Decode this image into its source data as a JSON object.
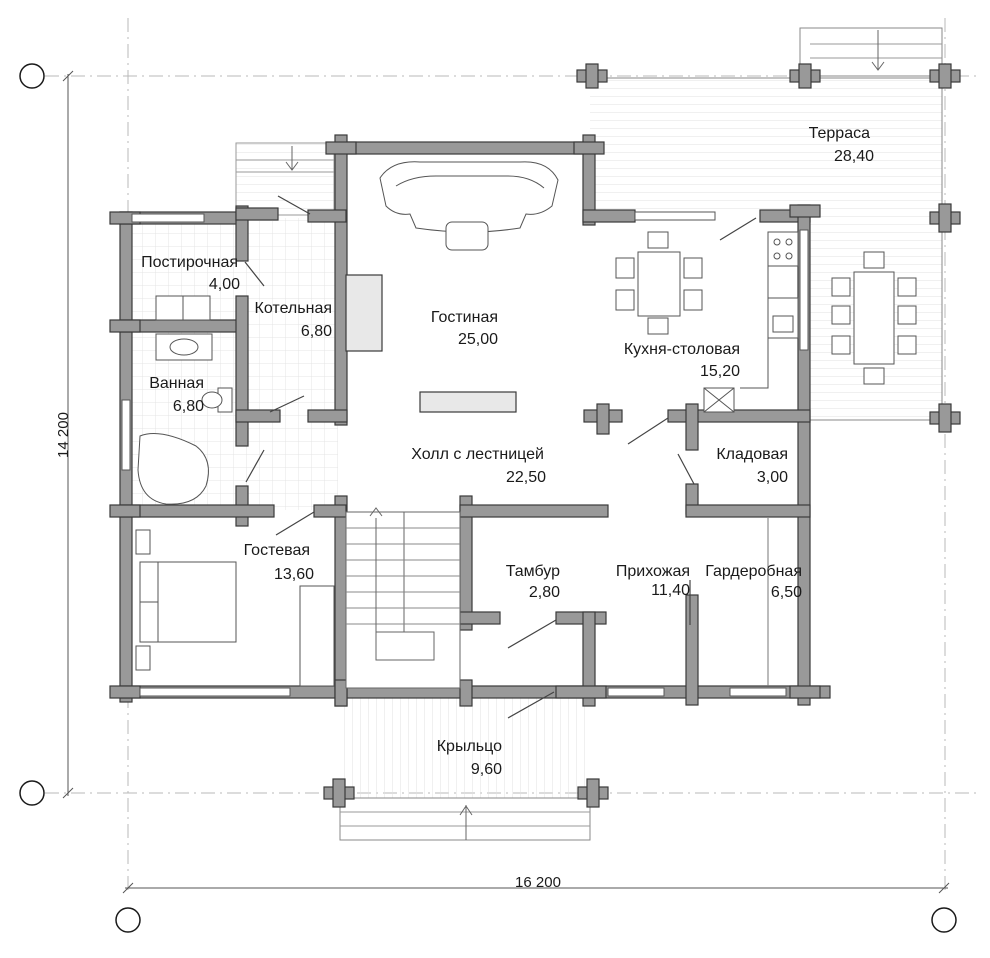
{
  "rooms": {
    "terrace": {
      "name": "Терраса",
      "area": "28,40"
    },
    "living": {
      "name": "Гостиная",
      "area": "25,00"
    },
    "kitchen": {
      "name": "Кухня-столовая",
      "area": "15,20"
    },
    "laundry": {
      "name": "Постирочная",
      "area": "4,00"
    },
    "boiler": {
      "name": "Котельная",
      "area": "6,80"
    },
    "bathroom": {
      "name": "Ванная",
      "area": "6,80"
    },
    "hall": {
      "name": "Холл с лестницей",
      "area": "22,50"
    },
    "pantry": {
      "name": "Кладовая",
      "area": "3,00"
    },
    "guest": {
      "name": "Гостевая",
      "area": "13,60"
    },
    "vestibule": {
      "name": "Тамбур",
      "area": "2,80"
    },
    "entry": {
      "name": "Прихожая",
      "area": "11,40"
    },
    "wardrobe": {
      "name": "Гардеробная",
      "area": "6,50"
    },
    "porch": {
      "name": "Крыльцо",
      "area": "9,60"
    }
  },
  "dimensions": {
    "width": "16 200",
    "height": "14 200"
  }
}
